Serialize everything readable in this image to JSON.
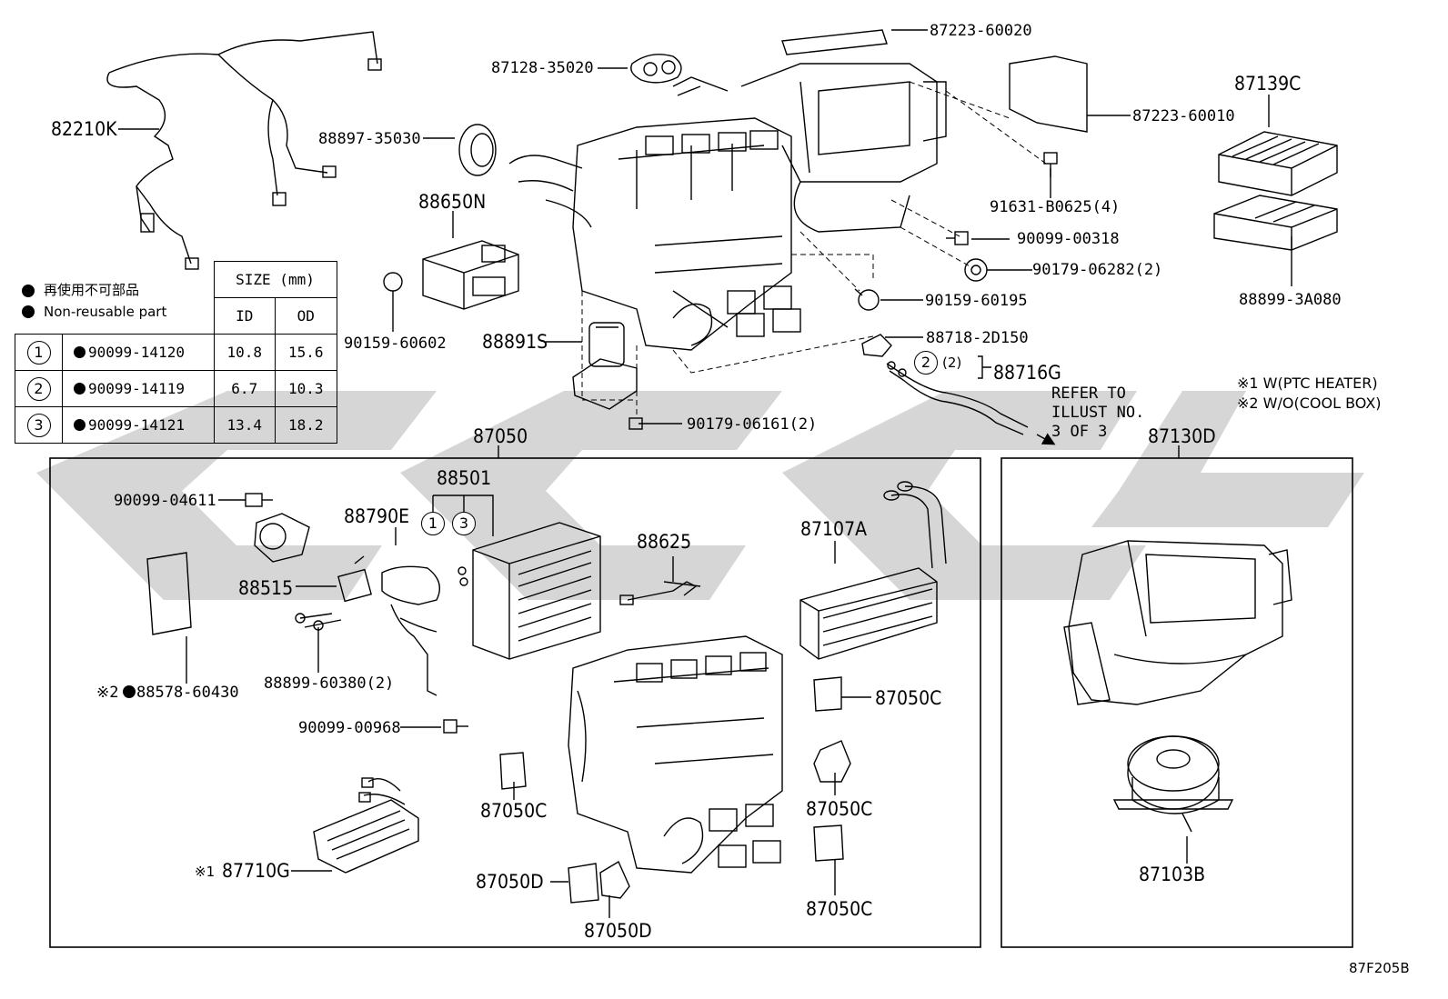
{
  "parts": {
    "p82210K": "82210K",
    "p87128": "87128-35020",
    "p87223a": "87223-60020",
    "p88897": "88897-35030",
    "p87223b": "87223-60010",
    "p87139C": "87139C",
    "p88650N": "88650N",
    "p91631": "91631-B0625(4)",
    "p90099_00318": "90099-00318",
    "p90179_06282": "90179-06282(2)",
    "p90159_60195": "90159-60195",
    "p88899_3A080": "88899-3A080",
    "p90159_60602": "90159-60602",
    "p88891S": "88891S",
    "p88718": "88718-2D150",
    "p88716G": "88716G",
    "p90179_06161": "90179-06161(2)",
    "p87050": "87050",
    "p87130D": "87130D",
    "p88501": "88501",
    "p90099_04611": "90099-04611",
    "p88790E": "88790E",
    "p88625": "88625",
    "p87107A": "87107A",
    "p88515": "88515",
    "p88899_60380": "88899-60380(2)",
    "p88578": "88578-60430",
    "p90099_00968": "90099-00968",
    "p87050C_a": "87050C",
    "p87050C_b": "87050C",
    "p87050C_c": "87050C",
    "p87050C_d": "87050C",
    "p87710G": "87710G",
    "p87050D_a": "87050D",
    "p87050D_b": "87050D",
    "p87103B": "87103B"
  },
  "marks": {
    "ref1": "※2",
    "ref2": "※1",
    "circle1": "1",
    "circle2": "2",
    "circle3": "3",
    "qty2": "(2)"
  },
  "refer": {
    "line1": "REFER TO",
    "line2": "ILLUST NO.",
    "line3": "3 OF 3"
  },
  "notes": {
    "n1": "※1 W(PTC HEATER)",
    "n2": "※2 W/O(COOL BOX)"
  },
  "legend": {
    "jp": "再使用不可部品",
    "en": "Non-reusable part"
  },
  "size_table": {
    "header": "SIZE (mm)",
    "col_id": "ID",
    "col_od": "OD",
    "rows": [
      {
        "num": "1",
        "part": "90099-14120",
        "id": "10.8",
        "od": "15.6"
      },
      {
        "num": "2",
        "part": "90099-14119",
        "id": "6.7",
        "od": "10.3"
      },
      {
        "num": "3",
        "part": "90099-14121",
        "id": "13.4",
        "od": "18.2"
      }
    ]
  },
  "figure_code": "87F205B",
  "colors": {
    "ink": "#000000",
    "watermark": "#d4d4d4",
    "background": "#ffffff"
  }
}
